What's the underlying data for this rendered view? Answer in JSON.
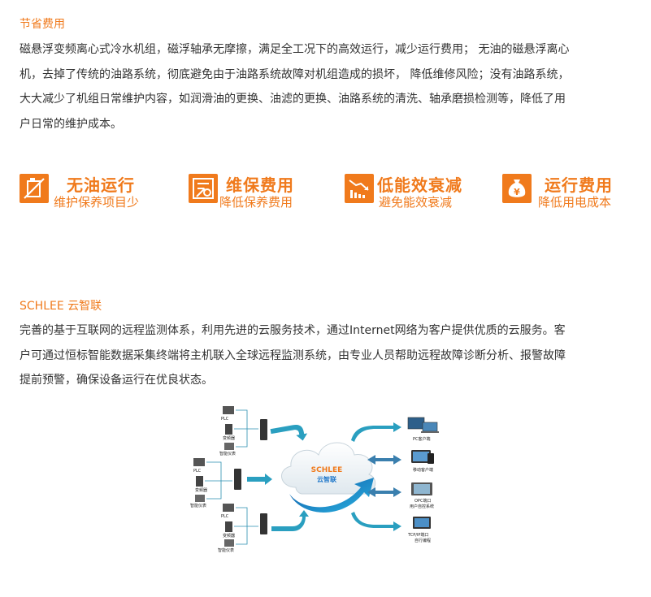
{
  "section1": {
    "heading": "节省费用",
    "lines": [
      "磁悬浮变频离心式冷水机组，磁浮轴承无摩擦，满足全工况下的高效运行，减少运行费用；  无油的磁悬浮离心",
      "机，去掉了传统的油路系统，彻底避免由于油路系统故障对机组造成的损坏，   降低维修风险；没有油路系统，",
      "大大减少了机组日常维护内容，如润滑油的更换、油滤的更换、油路系统的清洗、轴承磨损检测等，降低了用",
      "户日常的维护成本。"
    ]
  },
  "features": [
    {
      "icon": "no-oil-icon",
      "title": "无油运行",
      "subtitle": "维护保养项目少"
    },
    {
      "icon": "maintenance-icon",
      "title": "维保费用",
      "subtitle": "降低保养费用"
    },
    {
      "icon": "decline-chart-icon",
      "title": "低能效衰减",
      "subtitle": "避免能效衰减"
    },
    {
      "icon": "money-bag-icon",
      "title": "运行费用",
      "subtitle": "降低用电成本"
    }
  ],
  "section2": {
    "heading": "SCHLEE 云智联",
    "lines": [
      "完善的基于互联网的远程监测体系，利用先进的云服务技术，通过Internet网络为客户提供优质的云服务。客",
      "户可通过恒标智能数据采集终端将主机联入全球远程监测系统，由专业人员帮助远程故障诊断分析、报警故障",
      "提前预警，确保设备运行在优良状态。"
    ]
  },
  "diagram": {
    "cloud_brand": "SCHLEE",
    "cloud_label": "云智联",
    "device_groups": [
      {
        "labels": [
          "PLC",
          "变频器",
          "智能仪表"
        ]
      },
      {
        "labels": [
          "PLC",
          "变频器",
          "智能仪表"
        ]
      },
      {
        "labels": [
          "PLC",
          "变频器",
          "智能仪表"
        ]
      }
    ],
    "clients": [
      {
        "label": "PC客户端"
      },
      {
        "label": "移动客户端"
      },
      {
        "label": "OPC端口",
        "label2": "用户自控系统"
      },
      {
        "label": "TCP/IP端口",
        "label2": "自行编程"
      }
    ]
  },
  "colors": {
    "accent": "#f07a1c",
    "teal": "#2a8fb0",
    "blue": "#1f77c9"
  }
}
